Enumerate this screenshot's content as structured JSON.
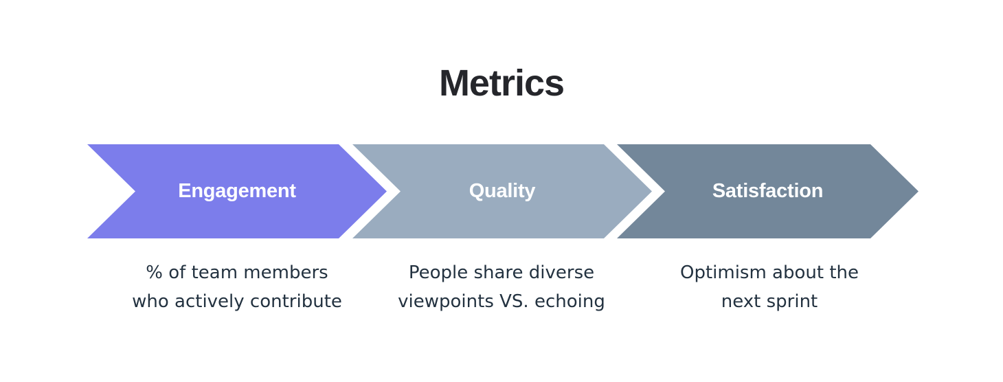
{
  "title": "Metrics",
  "colors": {
    "background": "#ffffff",
    "title_text": "#25262b",
    "caption_text": "#233240",
    "arrow_label_text": "#ffffff"
  },
  "stages": [
    {
      "label": "Engagement",
      "color": "#7c7deb",
      "description": "% of team members who actively contribute",
      "description_lines": [
        "% of team members",
        "who actively contribute"
      ]
    },
    {
      "label": "Quality",
      "color": "#9aacbf",
      "description": "People share diverse viewpoints VS. echoing",
      "description_lines": [
        "People share diverse",
        "viewpoints VS. echoing"
      ]
    },
    {
      "label": "Satisfaction",
      "color": "#73879a",
      "description": "Optimism about the next sprint",
      "description_lines": [
        "Optimism about the",
        "next sprint"
      ]
    }
  ]
}
